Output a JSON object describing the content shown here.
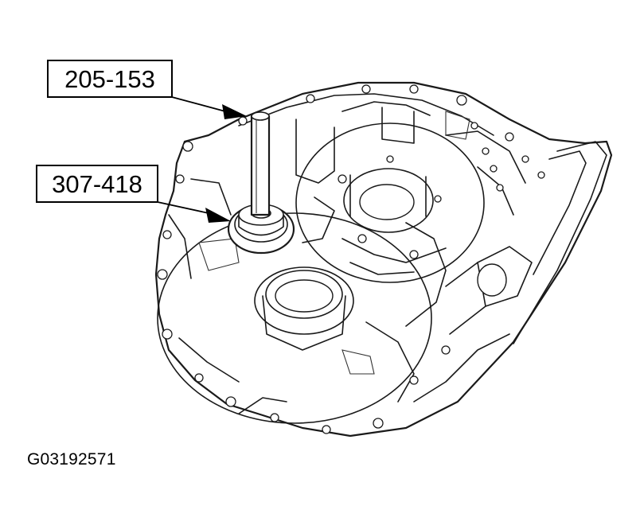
{
  "callouts": [
    {
      "id": "tool-a",
      "label": "205-153"
    },
    {
      "id": "tool-b",
      "label": "307-418"
    }
  ],
  "figure_id": "G03192571",
  "colors": {
    "line": "#1a1a1a",
    "background": "#ffffff"
  }
}
